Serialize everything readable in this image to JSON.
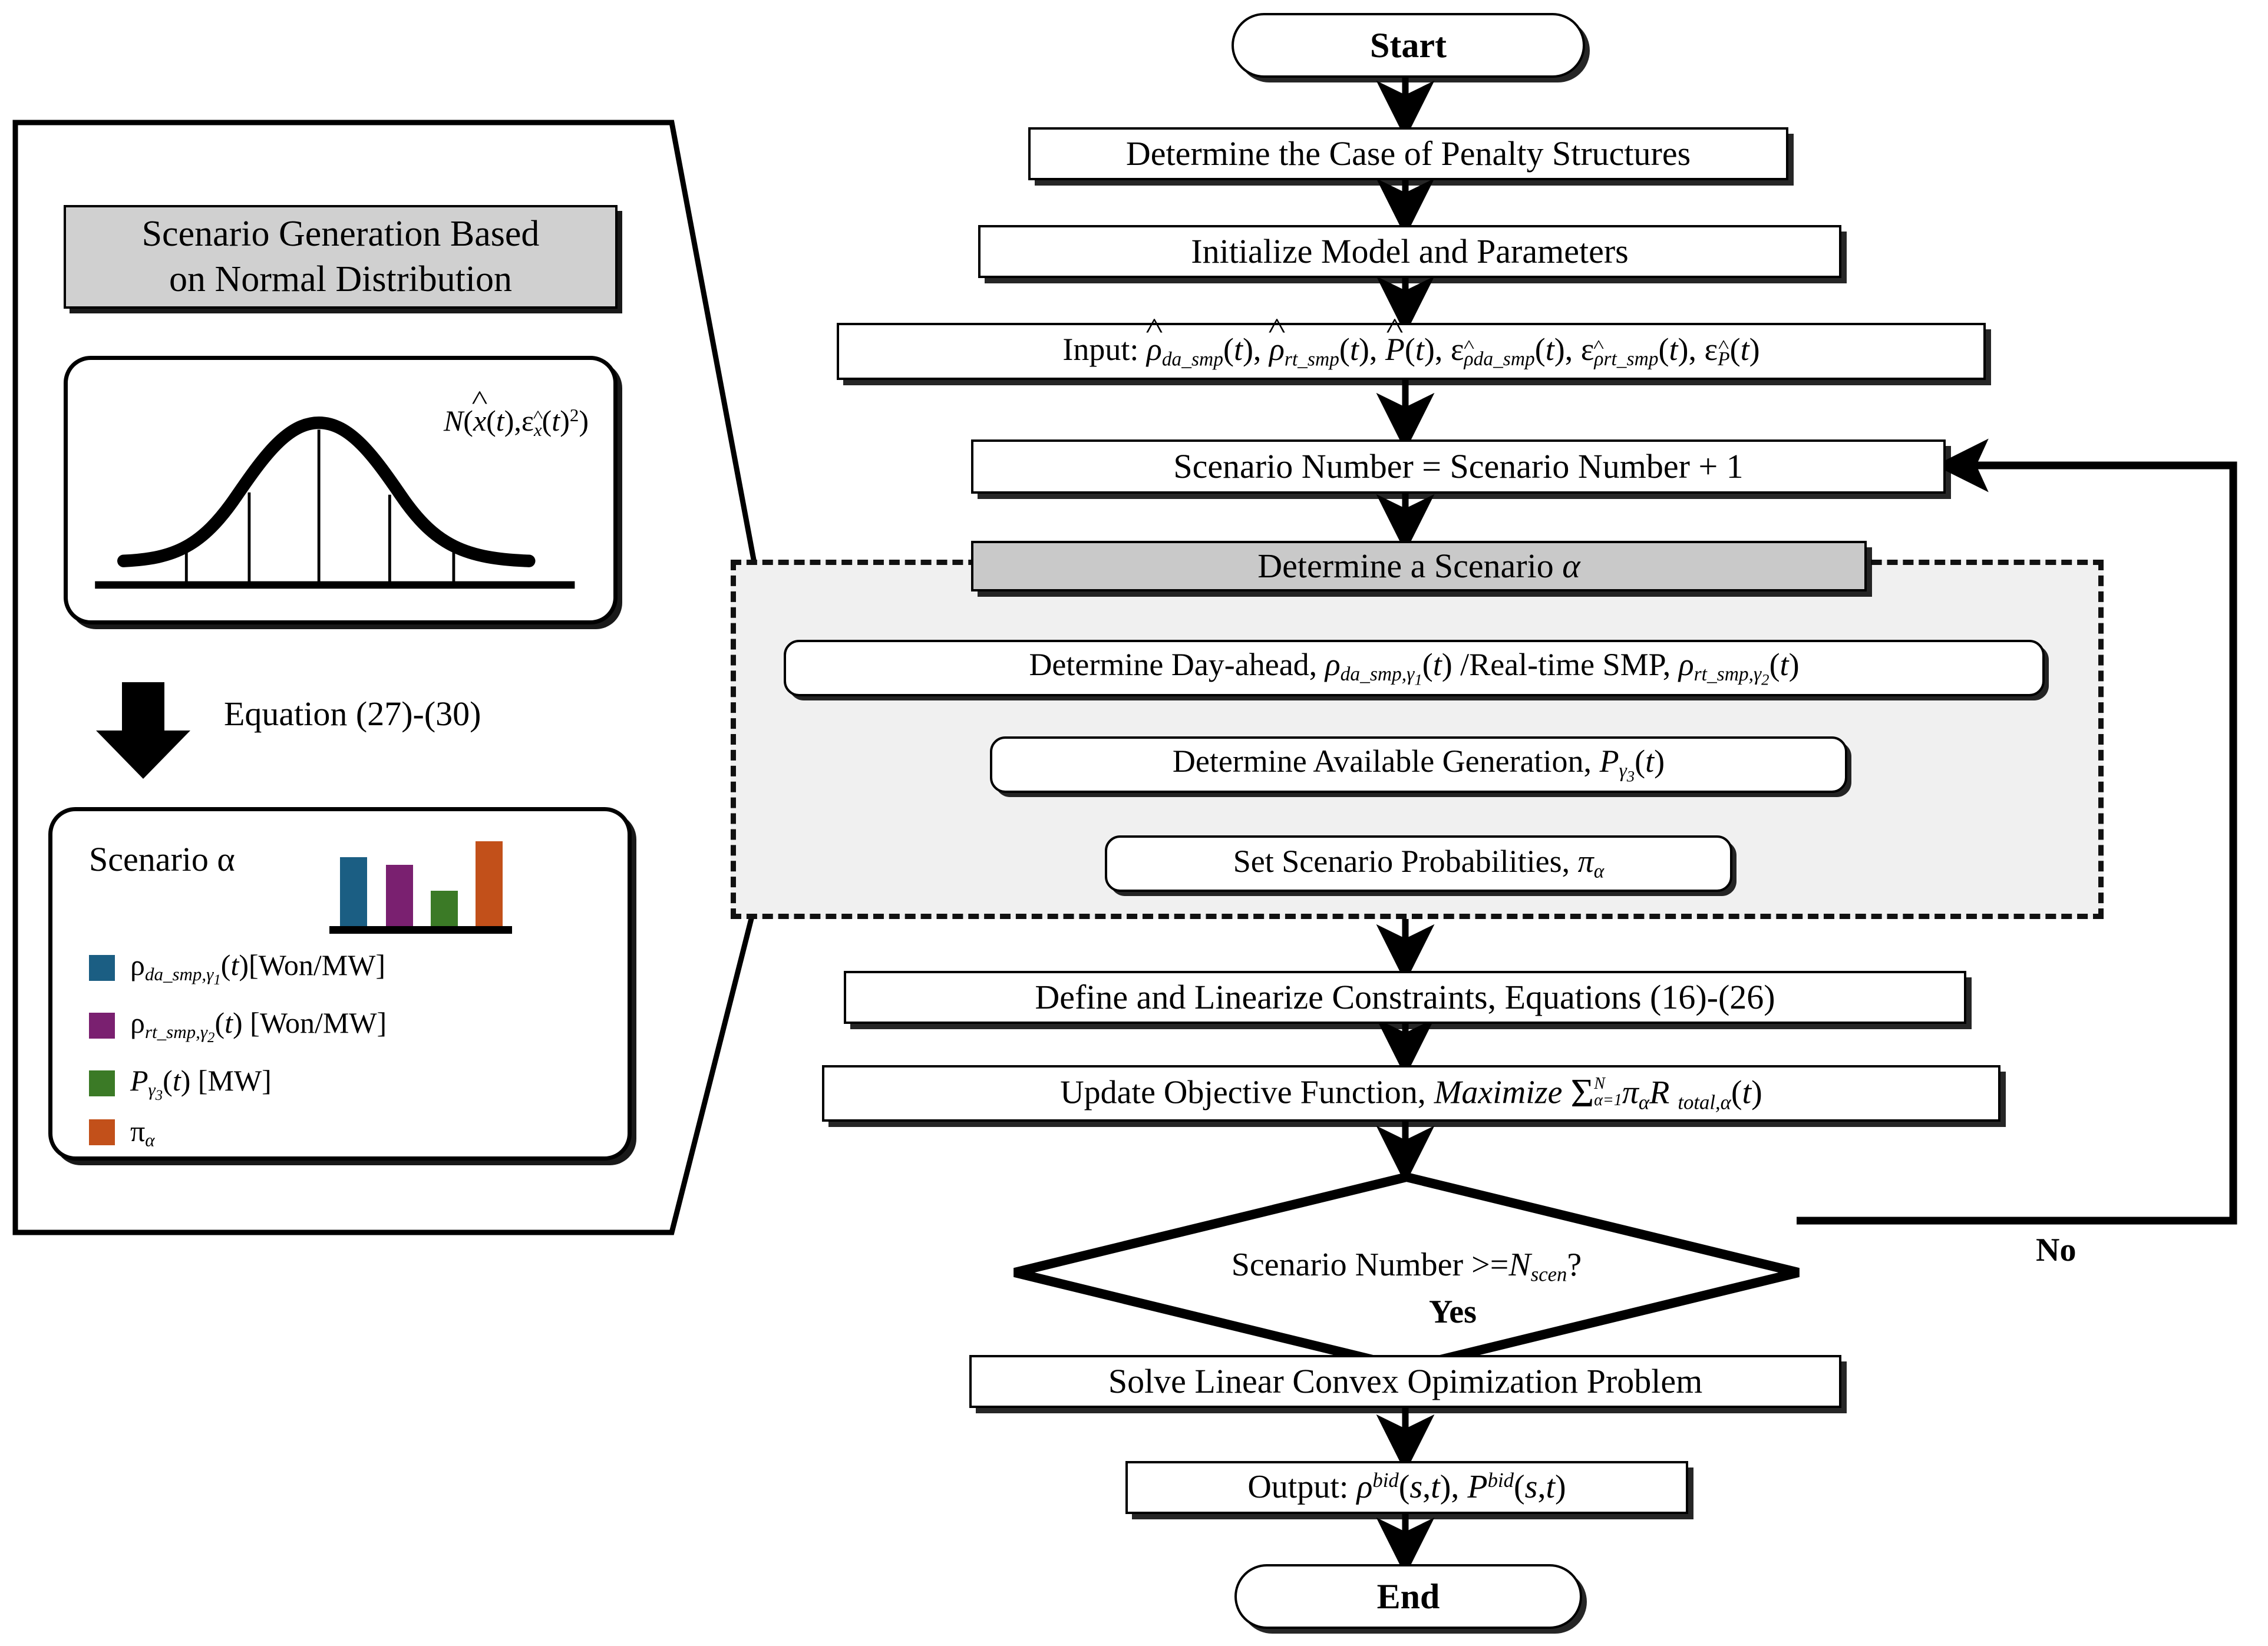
{
  "diagram": {
    "type": "flowchart",
    "title": "Stochastic bidding optimization flowchart"
  },
  "colors": {
    "bar_blue": "#1B5E83",
    "bar_purple": "#7A2070",
    "bar_green": "#3B7A26",
    "bar_orange": "#C2501A",
    "gray_fill": "#C9C9C9",
    "region_fill": "#F0F0F0",
    "stroke": "#000000"
  },
  "flow": {
    "start": "Start",
    "step_penalty": "Determine the Case of Penalty Structures",
    "step_init": "Initialize Model and Parameters",
    "step_input": {
      "prefix": "Input: ",
      "terms": [
        "ρ̂_da_smp(t)",
        "ρ̂_rt_smp(t)",
        "P̂(t)",
        "ε_ρ̂da_smp(t)",
        "ε_ρ̂rt_smp(t)",
        "ε_P̂(t)"
      ]
    },
    "step_counter": "Scenario Number = Scenario Number + 1",
    "step_scenario_header": "Determine a Scenario α",
    "step_smp": {
      "pre": "Determine Day-ahead, ",
      "mid": " /Real-time SMP, ",
      "sym1": "ρ da_smp,γ1 (t)",
      "sym2": "ρ rt_smp,γ2 (t)"
    },
    "step_generation": {
      "pre": "Determine Available Generation, ",
      "sym": "P γ3 (t)"
    },
    "step_probability": {
      "pre": "Set Scenario Probabilities, ",
      "sym": "π α"
    },
    "step_constraints": "Define and Linearize Constraints, Equations (16)-(26)",
    "step_objective": {
      "pre": "Update Objective Function, ",
      "maximize": "Maximize",
      "sum": "Σ",
      "sum_upper": "N",
      "sum_lower": "α=1",
      "body": "π α R total,α (t)"
    },
    "decision": {
      "pre": "Scenario Number >=",
      "symbol": "N scen",
      "post": "?"
    },
    "branch_yes": "Yes",
    "branch_no": "No",
    "step_solve": "Solve Linear Convex Opimization Problem",
    "step_output": {
      "prefix": "Output: ",
      "terms": [
        "ρ^bid(s,t)",
        "P^bid(s,t)"
      ]
    },
    "end": "End"
  },
  "left_panel": {
    "header": {
      "line1": "Scenario Generation Based",
      "line2": "on Normal Distribution"
    },
    "distribution_card": {
      "formula": "N(x̂(t), ε_x̂(t)²)",
      "curve": "normal-distribution-curve",
      "tick_count": 5
    },
    "equation_note": "Equation (27)-(30)",
    "scenario_card": {
      "title": "Scenario α",
      "chart": {
        "bars": [
          {
            "name": "da_smp",
            "color": "#1B5E83",
            "height_pct": 82
          },
          {
            "name": "rt_smp",
            "color": "#7A2070",
            "height_pct": 73
          },
          {
            "name": "available_generation",
            "color": "#3B7A26",
            "height_pct": 43
          },
          {
            "name": "probability",
            "color": "#C2501A",
            "height_pct": 100
          }
        ]
      },
      "legend": [
        {
          "color": "#1B5E83",
          "symbol": "ρ da_smp,γ1 (t)",
          "unit": "[Won/MW]"
        },
        {
          "color": "#7A2070",
          "symbol": "ρ rt_smp,γ2 (t)",
          "unit": "[Won/MW]"
        },
        {
          "color": "#3B7A26",
          "symbol": "P γ3 (t)",
          "unit": "[MW]"
        },
        {
          "color": "#C2501A",
          "symbol": "π α",
          "unit": ""
        }
      ]
    }
  },
  "chart_data": {
    "type": "bar",
    "title": "Scenario α",
    "categories": [
      "ρ_da_smp,γ1(t)",
      "ρ_rt_smp,γ2(t)",
      "P_γ3(t)",
      "π_α"
    ],
    "values": [
      82,
      73,
      43,
      100
    ],
    "colors": [
      "#1B5E83",
      "#7A2070",
      "#3B7A26",
      "#C2501A"
    ],
    "legend_labels": [
      "ρ_da_smp,γ1(t) [Won/MW]",
      "ρ_rt_smp,γ2(t) [Won/MW]",
      "P_γ3(t) [MW]",
      "π_α"
    ],
    "xlabel": "",
    "ylabel": "",
    "ylim": [
      0,
      100
    ],
    "grid": false,
    "legend_position": "below"
  }
}
